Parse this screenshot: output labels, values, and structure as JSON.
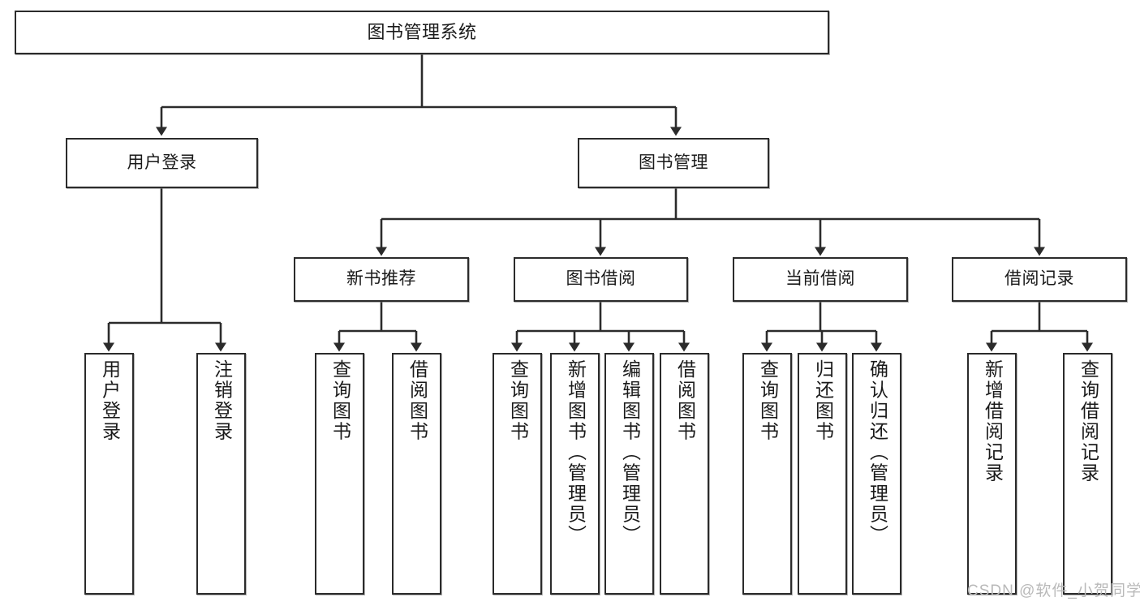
{
  "diagram": {
    "title": "图书管理系统",
    "type": "tree-hierarchy-chart",
    "orientation": "top-down",
    "colors": {
      "node_border": "#2b2b2b",
      "node_fill": "#ffffff",
      "edge": "#2b2b2b",
      "text": "#1a1a1a",
      "watermark": "#b9b9b9"
    },
    "nodes": {
      "root": {
        "label": "图书管理系统",
        "level": 1
      },
      "level2": [
        {
          "id": "user-login",
          "label": "用户登录"
        },
        {
          "id": "book-manage",
          "label": "图书管理"
        }
      ],
      "level3": [
        {
          "id": "new-book-recommend",
          "label": "新书推荐",
          "parent": "book-manage"
        },
        {
          "id": "book-borrow",
          "label": "图书借阅",
          "parent": "book-manage"
        },
        {
          "id": "current-borrow",
          "label": "当前借阅",
          "parent": "book-manage"
        },
        {
          "id": "borrow-record",
          "label": "借阅记录",
          "parent": "book-manage"
        }
      ],
      "leaves": [
        {
          "id": "leaf-user-login",
          "label": "用户登录",
          "parent": "user-login"
        },
        {
          "id": "leaf-logout",
          "label": "注销登录",
          "parent": "user-login"
        },
        {
          "id": "leaf-query-book-1",
          "label": "查询图书",
          "parent": "new-book-recommend"
        },
        {
          "id": "leaf-borrow-book-1",
          "label": "借阅图书",
          "parent": "new-book-recommend"
        },
        {
          "id": "leaf-query-book-2",
          "label": "查询图书",
          "parent": "book-borrow"
        },
        {
          "id": "leaf-add-book",
          "label": "新增图书（管理员）",
          "parent": "book-borrow"
        },
        {
          "id": "leaf-edit-book",
          "label": "编辑图书（管理员）",
          "parent": "book-borrow"
        },
        {
          "id": "leaf-borrow-book-2",
          "label": "借阅图书",
          "parent": "book-borrow"
        },
        {
          "id": "leaf-query-book-3",
          "label": "查询图书",
          "parent": "current-borrow"
        },
        {
          "id": "leaf-return-book",
          "label": "归还图书",
          "parent": "current-borrow"
        },
        {
          "id": "leaf-confirm-return",
          "label": "确认归还（管理员）",
          "parent": "current-borrow"
        },
        {
          "id": "leaf-add-record",
          "label": "新增借阅记录",
          "parent": "borrow-record"
        },
        {
          "id": "leaf-query-record",
          "label": "查询借阅记录",
          "parent": "borrow-record"
        }
      ]
    }
  },
  "watermark": {
    "text": "CSDN @软件_小贺同学"
  }
}
